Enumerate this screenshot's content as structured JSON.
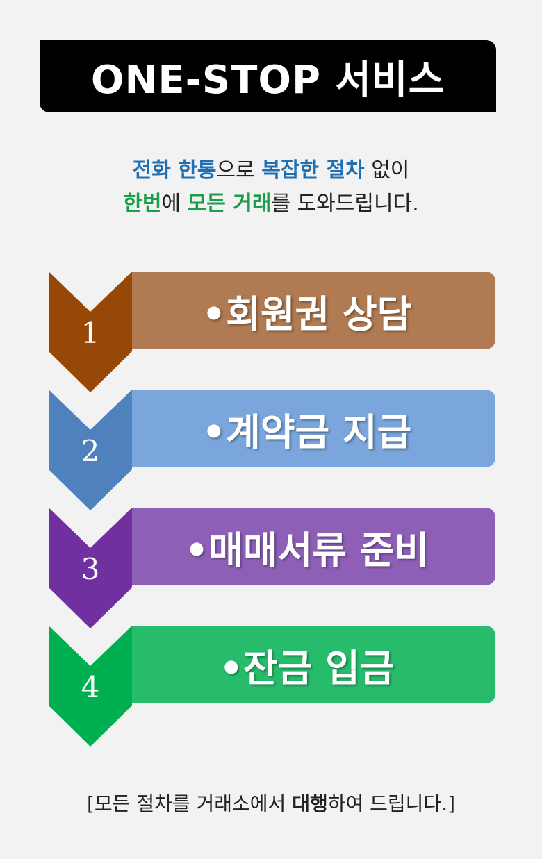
{
  "title": "ONE-STOP 서비스",
  "intro": {
    "line1": [
      {
        "text": "전화 한통",
        "color": "#1f6fb4",
        "bold": true
      },
      {
        "text": "으로 ",
        "color": "#222222",
        "bold": false
      },
      {
        "text": "복잡한 절차",
        "color": "#1f6fb4",
        "bold": true
      },
      {
        "text": " 없이",
        "color": "#222222",
        "bold": false
      }
    ],
    "line2": [
      {
        "text": "한번",
        "color": "#1a9e4a",
        "bold": true
      },
      {
        "text": "에 ",
        "color": "#222222",
        "bold": false
      },
      {
        "text": "모든 거래",
        "color": "#1a9e4a",
        "bold": true
      },
      {
        "text": "를 도와드립니다.",
        "color": "#222222",
        "bold": false
      }
    ]
  },
  "steps": [
    {
      "number": "1",
      "label": "•회원권 상담",
      "chevron_color": "#974706",
      "bar_color": "#b07a52"
    },
    {
      "number": "2",
      "label": "•계약금 지급",
      "chevron_color": "#4f81bd",
      "bar_color": "#7aa6dc"
    },
    {
      "number": "3",
      "label": "•매매서류 준비",
      "chevron_color": "#7030a0",
      "bar_color": "#8d5fb7"
    },
    {
      "number": "4",
      "label": "•잔금 입금",
      "chevron_color": "#00b050",
      "bar_color": "#27bc6b"
    }
  ],
  "footer": {
    "prefix": "[모든 절차를 거래소에서 ",
    "bold": "대행",
    "suffix": "하여 드립니다.]"
  }
}
